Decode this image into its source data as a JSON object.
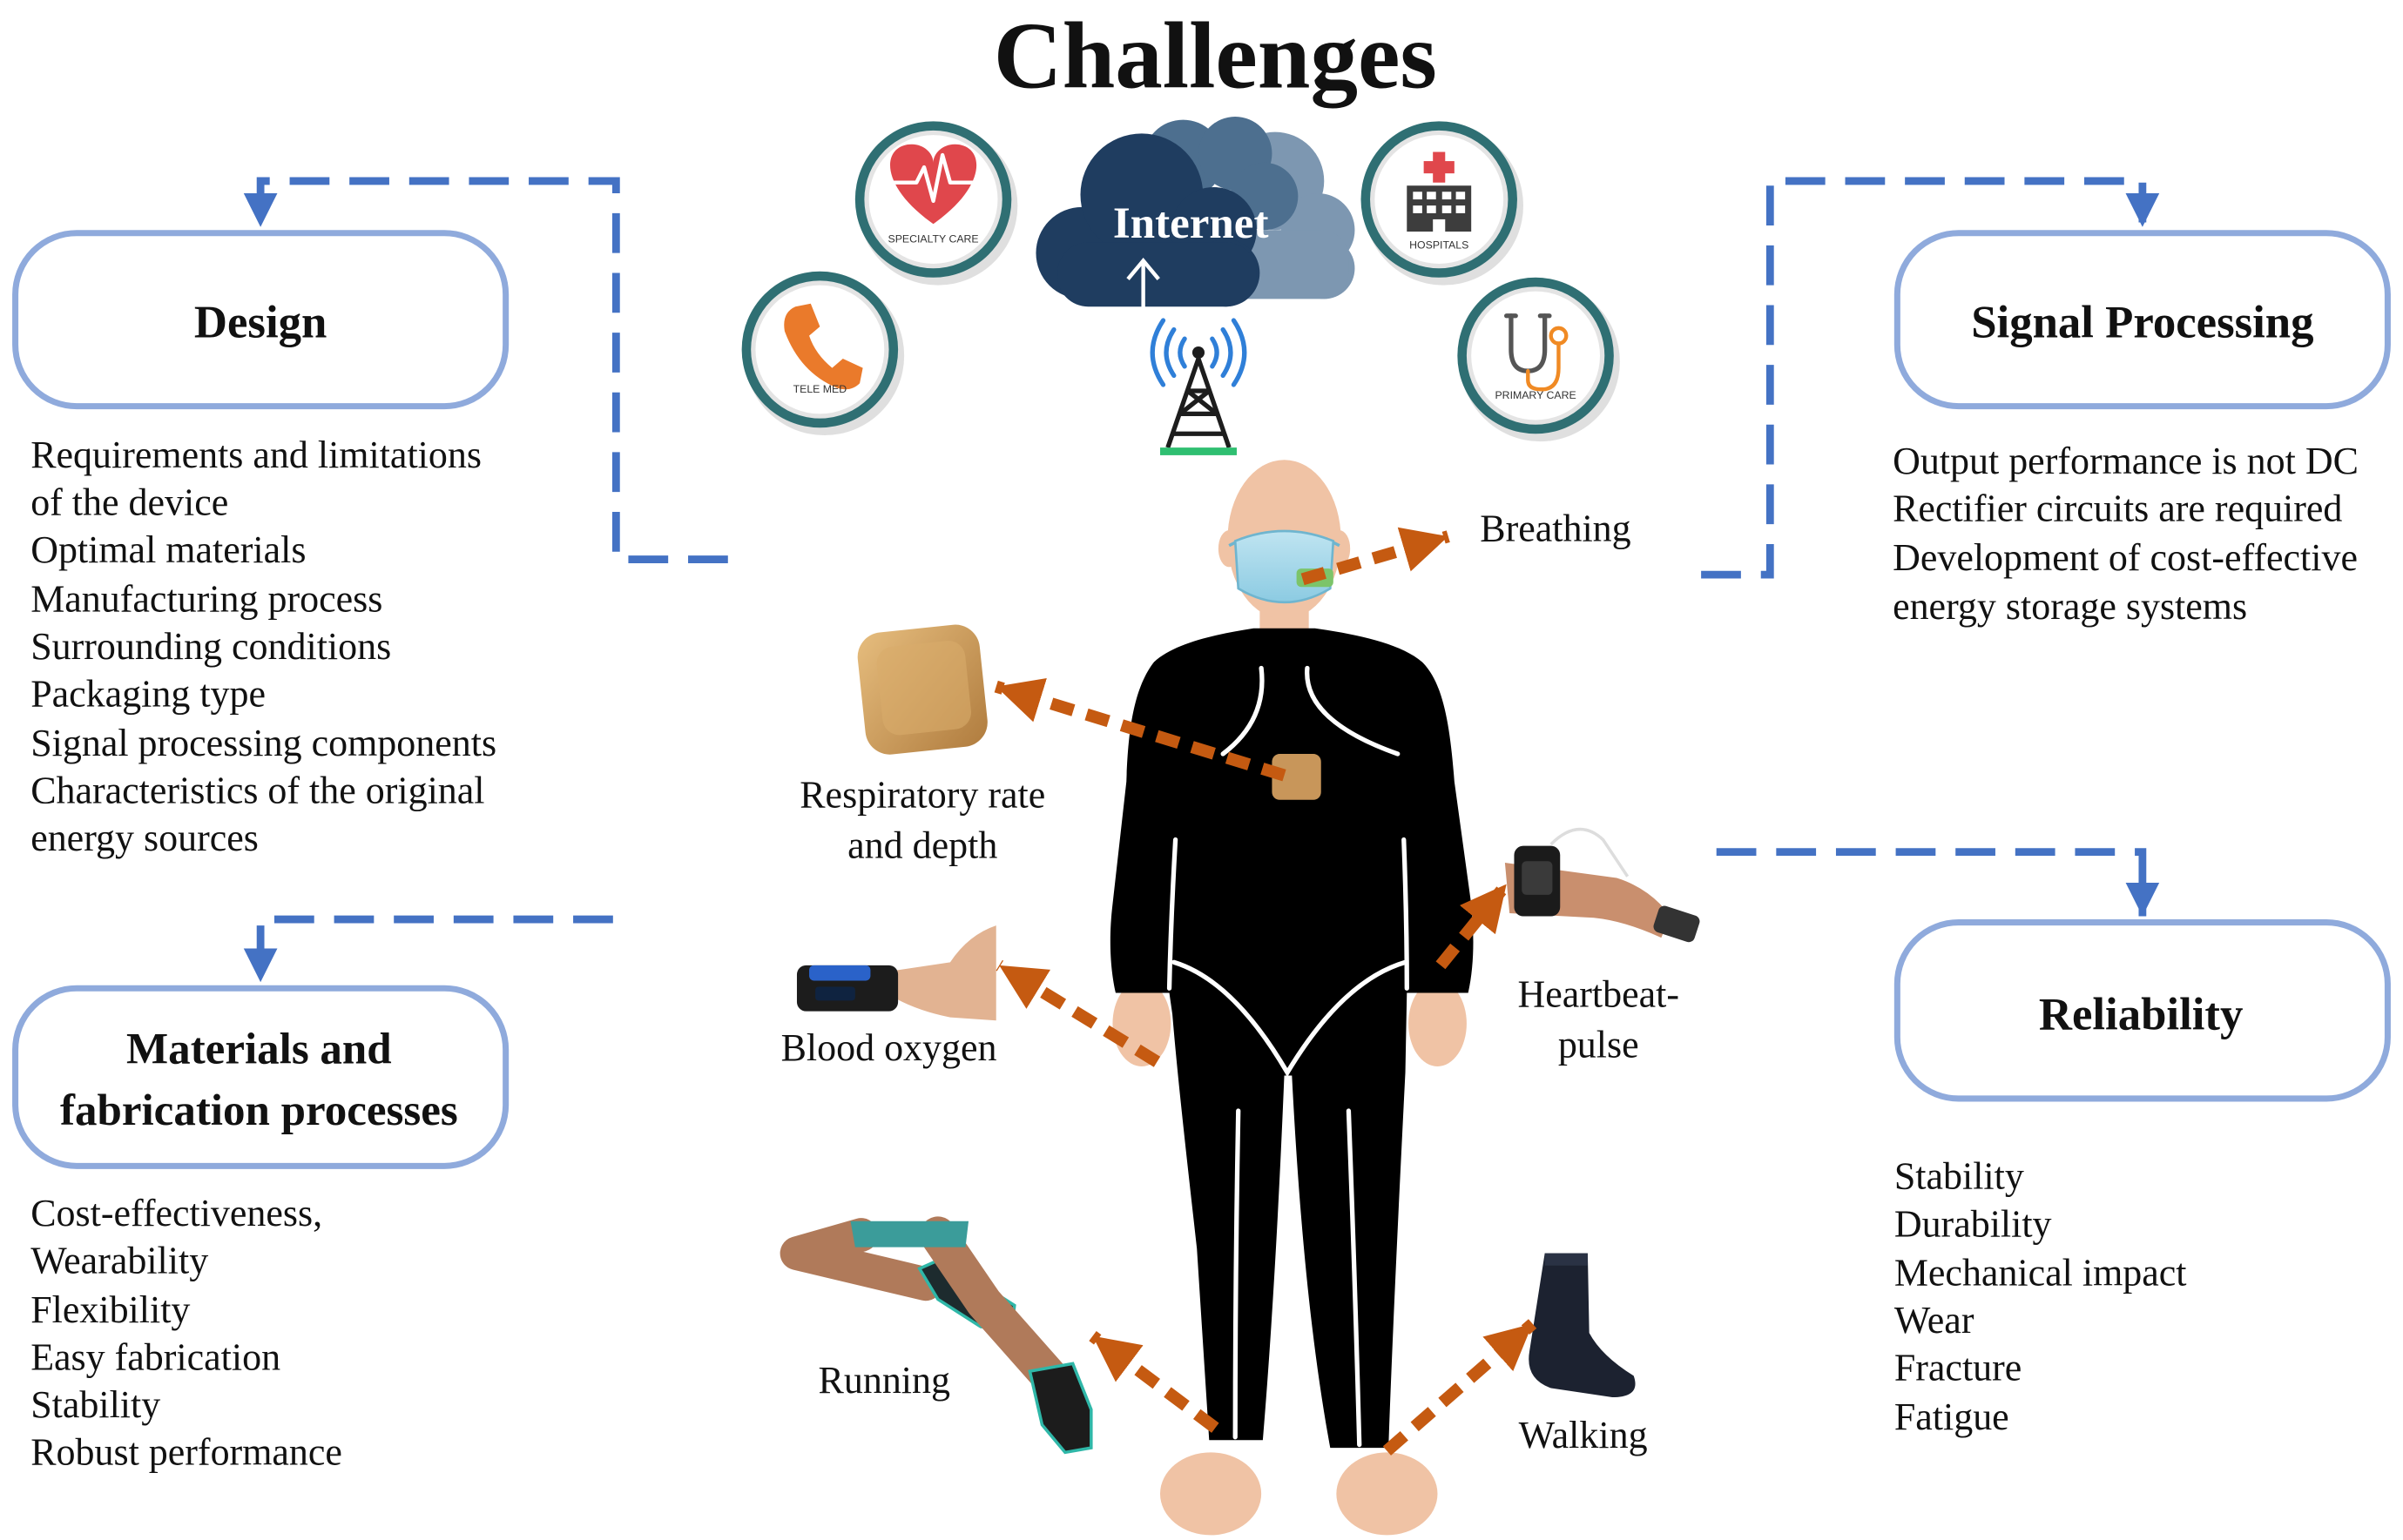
{
  "title": "Challenges",
  "network": {
    "cloud_label": "Internet",
    "specialty_care": "SPECIALTY CARE",
    "tele_med": "TELE MED",
    "hospitals": "HOSPITALS",
    "primary_care": "PRIMARY CARE"
  },
  "panels": {
    "design": {
      "heading": "Design",
      "items": [
        "Requirements and limitations",
        "of the device",
        "Optimal materials",
        "Manufacturing process",
        "Surrounding conditions",
        "Packaging type",
        "Signal processing components",
        "Characteristics of the original",
        "energy sources"
      ]
    },
    "signal_processing": {
      "heading": "Signal Processing",
      "items": [
        "Output performance is not DC",
        "Rectifier circuits are required",
        "Development of cost-effective",
        "energy storage systems"
      ]
    },
    "materials": {
      "heading": [
        "Materials and",
        "fabrication processes"
      ],
      "items": [
        "Cost-effectiveness,",
        "Wearability",
        "Flexibility",
        "Easy fabrication",
        "Stability",
        "Robust performance"
      ]
    },
    "reliability": {
      "heading": "Reliability",
      "items": [
        "Stability",
        "Durability",
        "Mechanical impact",
        "Wear",
        "Fracture",
        "Fatigue"
      ]
    }
  },
  "body_labels": {
    "breathing": "Breathing",
    "respiratory": [
      "Respiratory rate",
      "and depth"
    ],
    "blood_oxygen": "Blood oxygen",
    "heartbeat": [
      "Heartbeat-",
      "pulse"
    ],
    "running": "Running",
    "walking": "Walking"
  },
  "colors": {
    "connector": "#4472c4",
    "arrow": "#c55a11",
    "box_border": "#8faadc",
    "suit": "#000000",
    "skin": "#f0c3a5"
  },
  "icons": [
    "heart-ecg-icon",
    "phone-icon",
    "hospital-icon",
    "stethoscope-icon",
    "cloud-icon",
    "antenna-tower-icon",
    "adhesive-patch-icon",
    "pulse-oximeter-icon",
    "wrist-monitor-icon",
    "running-legs-icon",
    "sock-icon"
  ]
}
